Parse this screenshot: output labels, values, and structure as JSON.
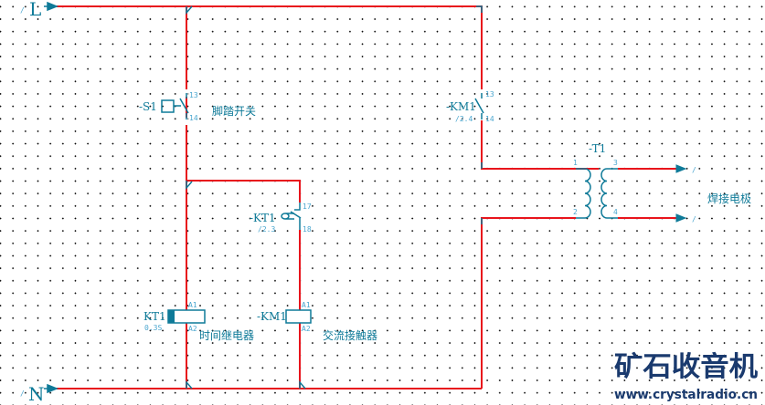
{
  "diagram": {
    "type": "electrical-schematic",
    "colors": {
      "wire": "#e8141c",
      "symbol": "#0e7a98",
      "pin_text": "#4aa6cf",
      "logo": "#1a3a6e"
    },
    "terminals": {
      "line": {
        "label": "L",
        "prefix": "/"
      },
      "neutral": {
        "label": "N",
        "prefix": "/"
      }
    },
    "components": {
      "s1": {
        "tag": "-S1",
        "pin_top": "13",
        "pin_bottom": "14",
        "description": "脚踏开关"
      },
      "km1_contact": {
        "tag": "-KM1",
        "ref": "/2.4",
        "pin_top": "13",
        "pin_bottom": "14"
      },
      "t1": {
        "tag": "-T1",
        "pins": [
          "1",
          "2",
          "3",
          "4"
        ],
        "description": "焊接电极"
      },
      "kt1_contact": {
        "tag": "-KT1",
        "ref": "/2.3",
        "pin_top": "17",
        "pin_bottom": "18"
      },
      "kt1_coil": {
        "tag": "KT1",
        "value": "0.3S",
        "pin_top": "A1",
        "pin_bottom": "A2",
        "description": "时间继电器"
      },
      "km1_coil": {
        "tag": "-KM1",
        "pin_top": "A1",
        "pin_bottom": "A2",
        "description": "交流接触器"
      }
    },
    "output_markers": [
      "/",
      "/"
    ]
  },
  "watermark": {
    "title": "矿石收音机",
    "url": "www.crystalradio.cn"
  }
}
